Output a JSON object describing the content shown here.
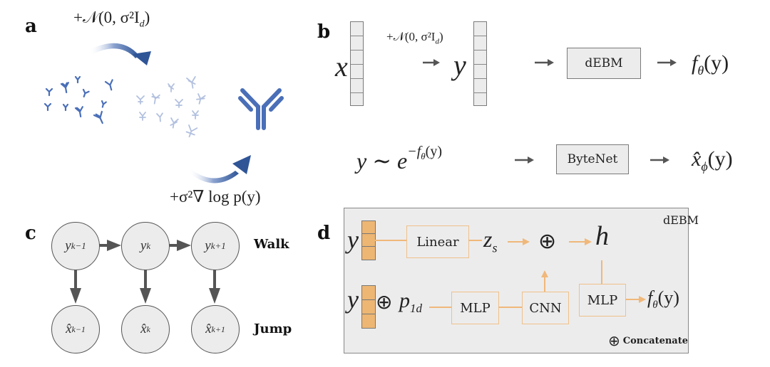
{
  "figure": {
    "panels": {
      "a": {
        "label": "a",
        "top_formula": "+𝒩(0, σ²I",
        "top_formula_sub": "d",
        "top_formula_close": ")",
        "bottom_formula": "+σ²∇ log p(y)",
        "colors": {
          "antibody": "#4a6fb8",
          "arrow": "#3b5fa8"
        }
      },
      "b": {
        "label": "b",
        "input_var": "x",
        "noise_formula": "+𝒩(0, σ²I",
        "noise_formula_sub": "d",
        "noise_formula_close": ")",
        "noisy_var": "y",
        "model_box": "dEBM",
        "model_output": "f",
        "model_output_sub": "θ",
        "model_output_arg": "(y)",
        "sample_expr": "y ∼ e",
        "sample_expr_sup": "−f",
        "sample_expr_sup_sub": "θ",
        "sample_expr_sup_arg": "(y)",
        "decoder_box": "ByteNet",
        "decoder_output": "x̂",
        "decoder_output_sub": "ϕ",
        "decoder_output_arg": "(y)"
      },
      "c": {
        "label": "c",
        "walk_nodes": [
          "y",
          "y",
          "y"
        ],
        "walk_subs": [
          "k−1",
          "k",
          "k+1"
        ],
        "jump_nodes": [
          "x̂",
          "x̂",
          "x̂"
        ],
        "jump_subs": [
          "k−1",
          "k",
          "k+1"
        ],
        "walk_label": "Walk",
        "jump_label": "Jump"
      },
      "d": {
        "label": "d",
        "title": "dEBM",
        "input_top": "y",
        "linear_box": "Linear",
        "zs": "z",
        "zs_sub": "s",
        "concat_symbol": "⊕",
        "h": "h",
        "input_bottom": "y",
        "p1d": "p",
        "p1d_sub": "1d",
        "mlp1_box": "MLP",
        "cnn_box": "CNN",
        "mlp2_box": "MLP",
        "output": "f",
        "output_sub": "θ",
        "output_arg": "(y)",
        "legend_symbol": "⊕",
        "legend_text": "Concatenate",
        "colors": {
          "accent": "#f0b87a",
          "cell": "#edb673",
          "panel_bg": "#ececec"
        }
      }
    }
  }
}
